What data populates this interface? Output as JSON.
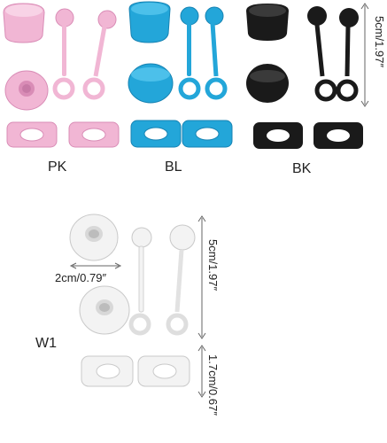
{
  "variants": [
    {
      "code": "PK",
      "color": "#f1b6d4",
      "shade": "#d98cb6",
      "light": "#f8d3e6"
    },
    {
      "code": "BL",
      "color": "#23a6d9",
      "shade": "#1783b3",
      "light": "#4cc0ea"
    },
    {
      "code": "BK",
      "color": "#1a1a1a",
      "shade": "#000000",
      "light": "#3a3a3a"
    },
    {
      "code": "W1",
      "color": "#f3f3f3",
      "shade": "#c9c9c9",
      "light": "#ffffff"
    }
  ],
  "dimensions": {
    "height_top": "5cm/1.97″",
    "width": "2cm/0.79″",
    "height_white": "5cm/1.97″",
    "small_height": "1.7cm/0.67″"
  }
}
